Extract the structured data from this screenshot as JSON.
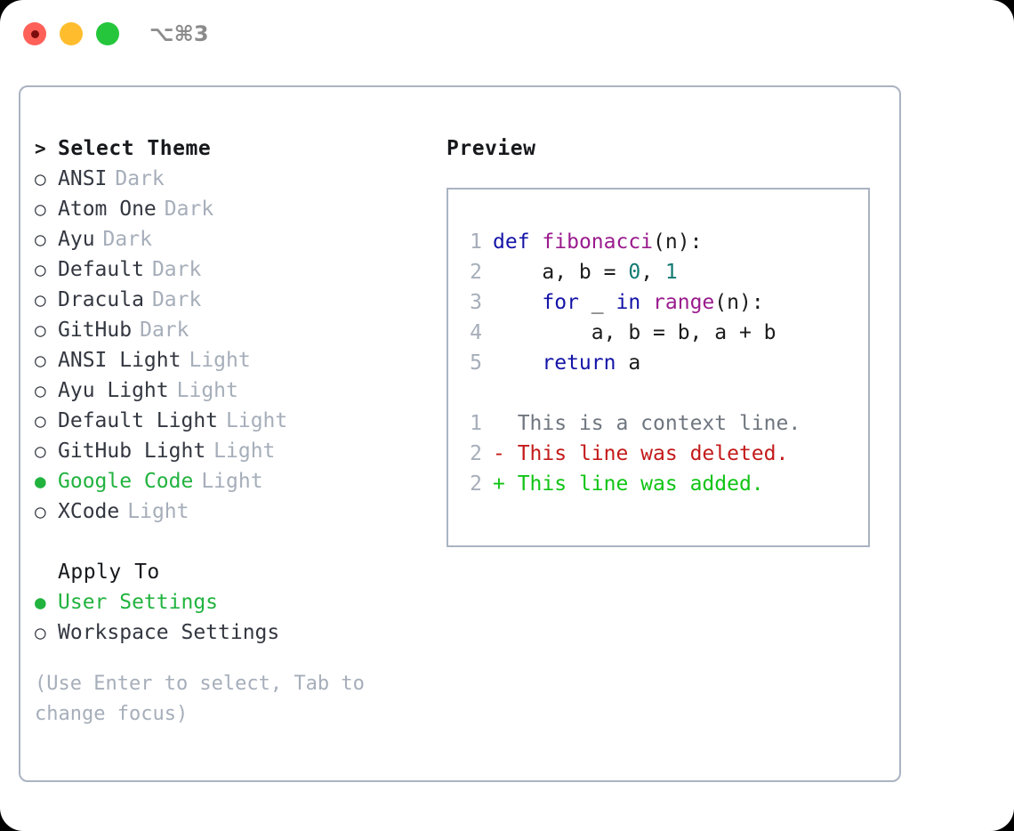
{
  "window": {
    "title": "⌥⌘3",
    "traffic_lights": [
      "close-button",
      "minimize-button",
      "zoom-button"
    ]
  },
  "left": {
    "header_marker": ">",
    "header_label": "Select Theme",
    "marker_unselected": "○",
    "marker_selected": "●",
    "themes": [
      {
        "name": "ANSI",
        "category": "Dark",
        "selected": false
      },
      {
        "name": "Atom One",
        "category": "Dark",
        "selected": false
      },
      {
        "name": "Ayu",
        "category": "Dark",
        "selected": false
      },
      {
        "name": "Default",
        "category": "Dark",
        "selected": false
      },
      {
        "name": "Dracula",
        "category": "Dark",
        "selected": false
      },
      {
        "name": "GitHub",
        "category": "Dark",
        "selected": false
      },
      {
        "name": "ANSI Light",
        "category": "Light",
        "selected": false
      },
      {
        "name": "Ayu Light",
        "category": "Light",
        "selected": false
      },
      {
        "name": "Default Light",
        "category": "Light",
        "selected": false
      },
      {
        "name": "GitHub Light",
        "category": "Light",
        "selected": false
      },
      {
        "name": "Google Code",
        "category": "Light",
        "selected": true
      },
      {
        "name": "XCode",
        "category": "Light",
        "selected": false
      }
    ],
    "apply_to_title": "Apply To",
    "apply_to": [
      {
        "name": "User Settings",
        "selected": true
      },
      {
        "name": "Workspace Settings",
        "selected": false
      }
    ],
    "hint": "(Use Enter to select, Tab to change focus)"
  },
  "right": {
    "preview_title": "Preview",
    "code_lines": [
      {
        "num": "1",
        "tokens": [
          {
            "t": "def",
            "k": "kw"
          },
          {
            "t": " ",
            "k": "plain"
          },
          {
            "t": "fibonacci",
            "k": "fn"
          },
          {
            "t": "(n):",
            "k": "plain"
          }
        ]
      },
      {
        "num": "2",
        "tokens": [
          {
            "t": "    a, b = ",
            "k": "plain"
          },
          {
            "t": "0",
            "k": "num"
          },
          {
            "t": ", ",
            "k": "plain"
          },
          {
            "t": "1",
            "k": "num"
          }
        ]
      },
      {
        "num": "3",
        "tokens": [
          {
            "t": "    ",
            "k": "plain"
          },
          {
            "t": "for",
            "k": "kw"
          },
          {
            "t": " _ ",
            "k": "plain"
          },
          {
            "t": "in",
            "k": "kw"
          },
          {
            "t": " ",
            "k": "plain"
          },
          {
            "t": "range",
            "k": "fn"
          },
          {
            "t": "(n):",
            "k": "plain"
          }
        ]
      },
      {
        "num": "4",
        "tokens": [
          {
            "t": "        a, b = b, a + b",
            "k": "plain"
          }
        ]
      },
      {
        "num": "5",
        "tokens": [
          {
            "t": "    ",
            "k": "plain"
          },
          {
            "t": "return",
            "k": "kw"
          },
          {
            "t": " a",
            "k": "plain"
          }
        ]
      }
    ],
    "diff_lines": [
      {
        "num": "1",
        "sign": " ",
        "text": " This is a context line.",
        "kind": "ctx"
      },
      {
        "num": "2",
        "sign": "-",
        "text": " This line was deleted.",
        "kind": "del"
      },
      {
        "num": "2",
        "sign": "+",
        "text": " This line was added.",
        "kind": "add"
      }
    ]
  },
  "colors": {
    "selected_green": "#22b33f",
    "muted": "#a6aeba",
    "border": "#aab3c2",
    "keyword": "#1414a8",
    "function": "#9a1b8d",
    "number": "#117a72",
    "diff_delete": "#c31a1a",
    "diff_add": "#10c415",
    "diff_context": "#6f767f"
  }
}
